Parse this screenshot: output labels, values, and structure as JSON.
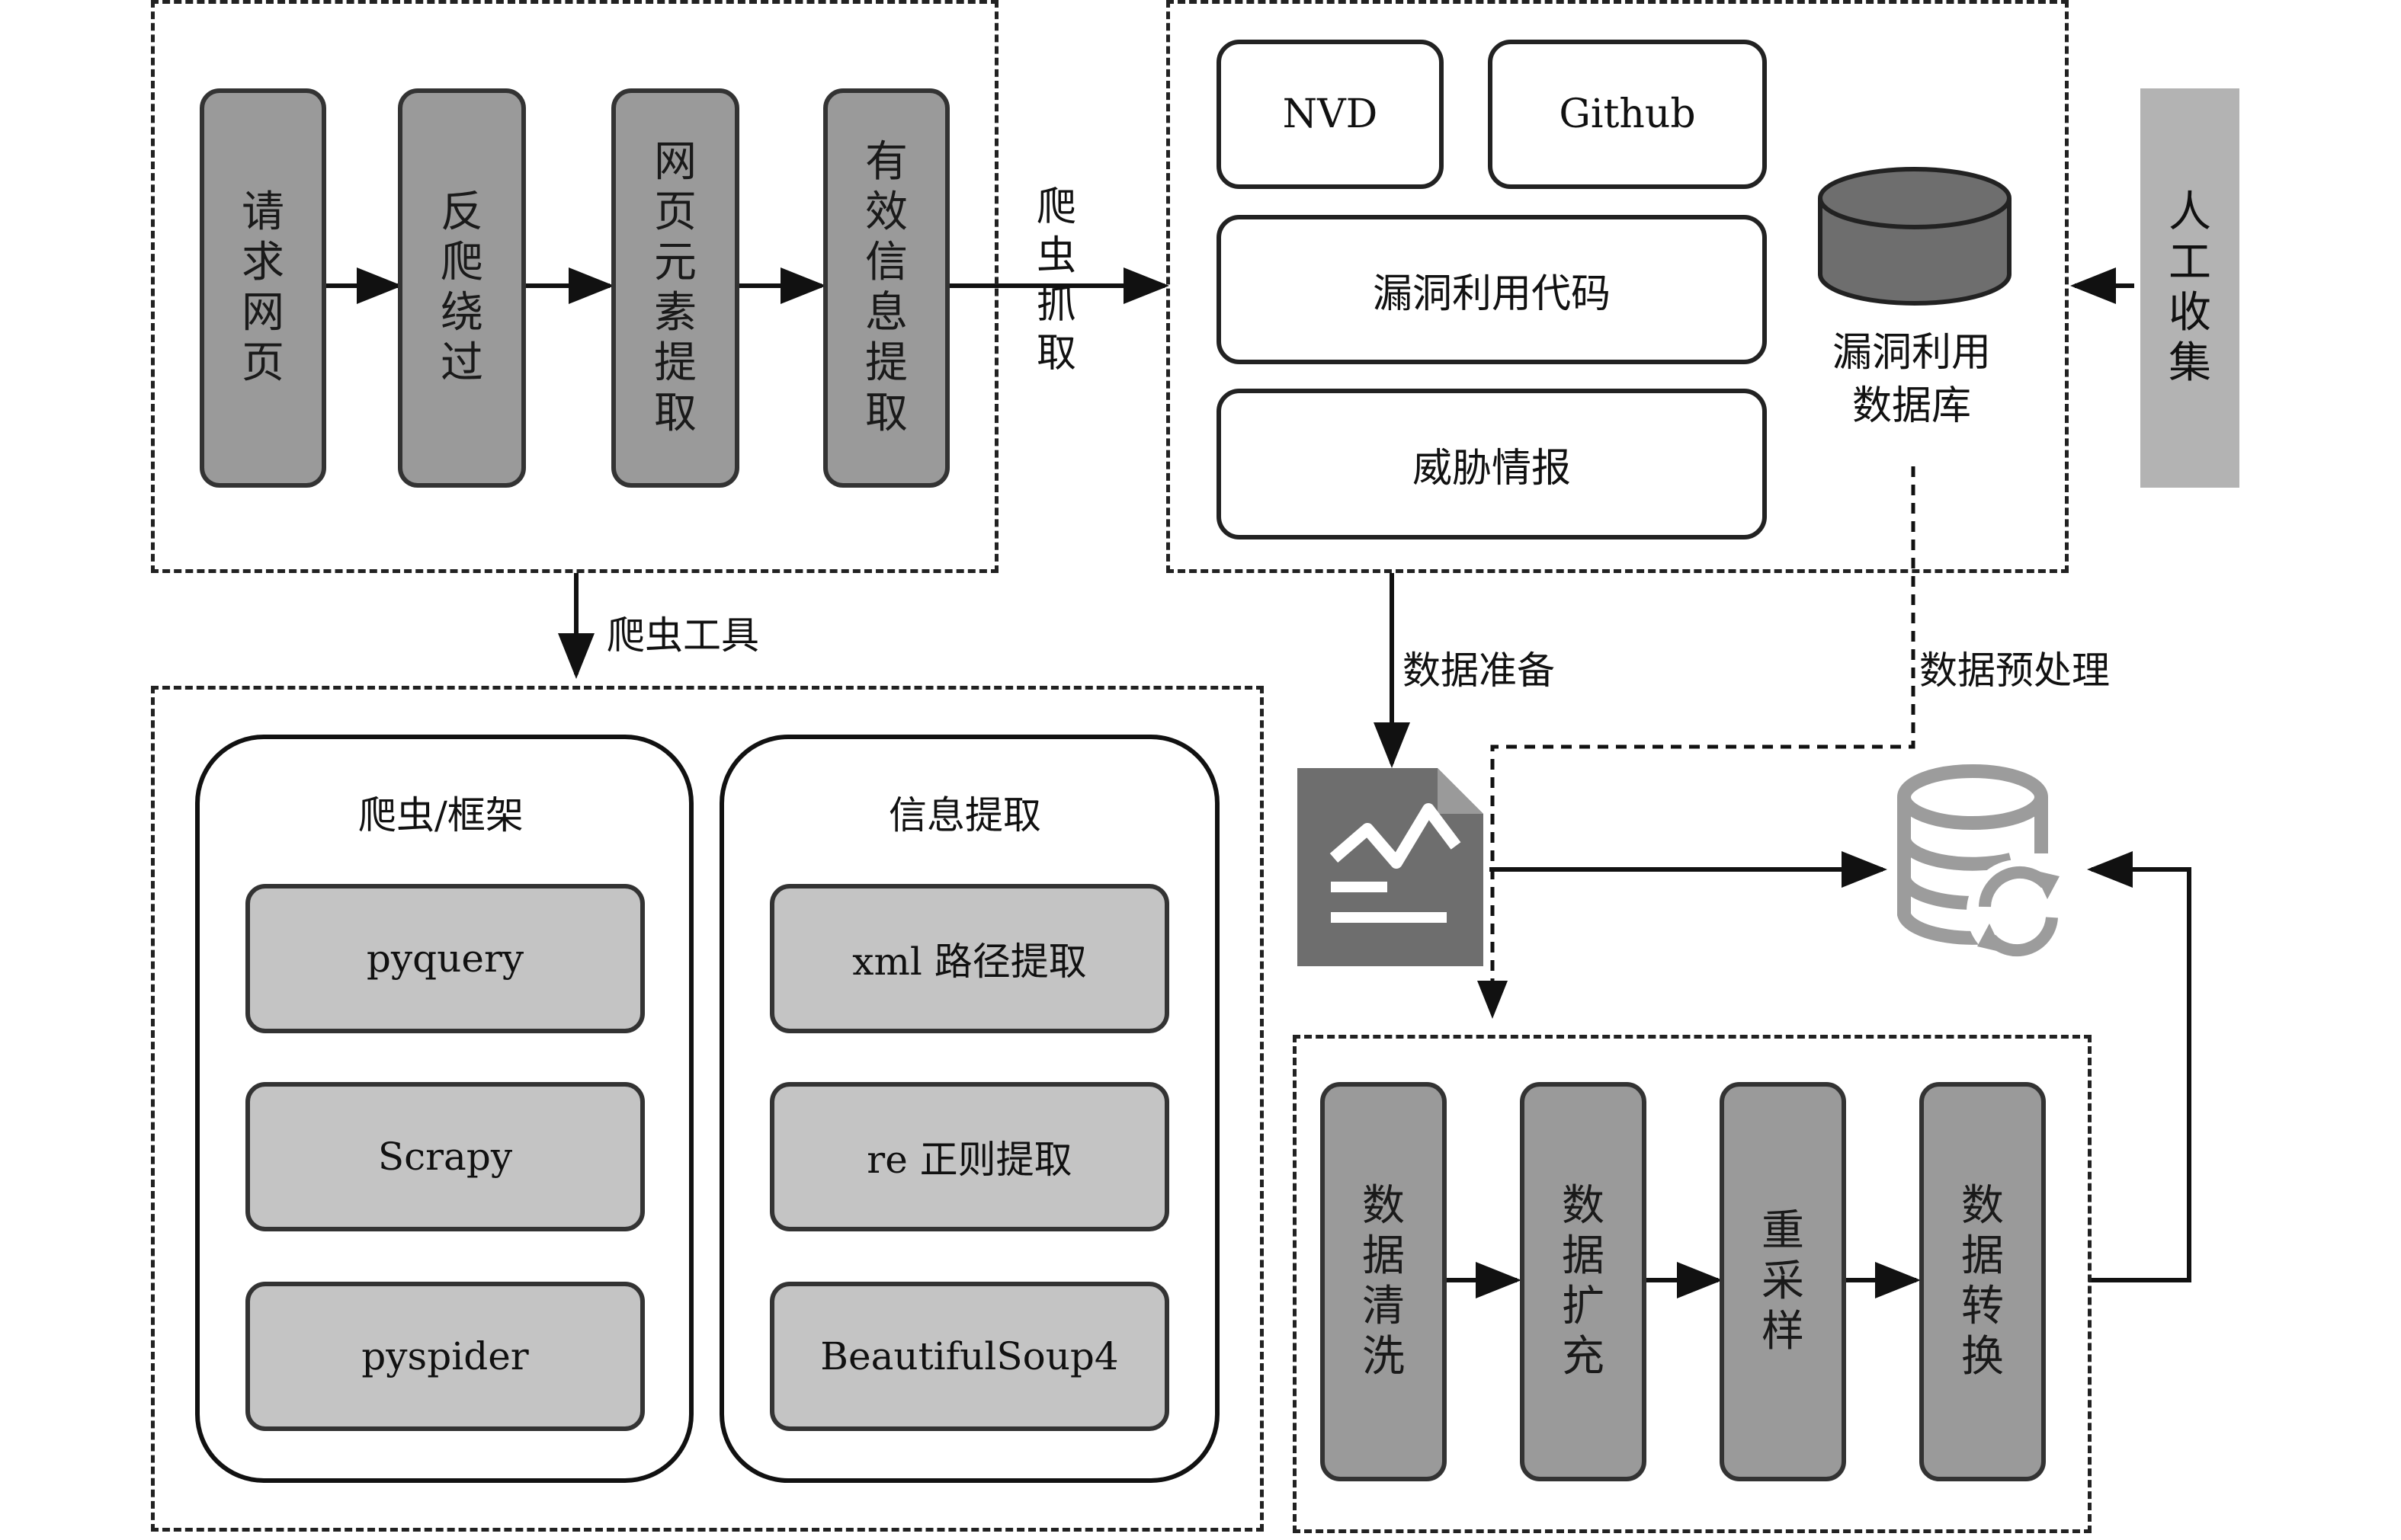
{
  "crawler_steps": [
    "请求网页",
    "反爬绕过",
    "网页元素提取",
    "有效信息提取"
  ],
  "crawl_arrow_label": "爬虫抓取",
  "sources": {
    "nvd": "NVD",
    "github": "Github",
    "exploit_code": "漏洞利用代码",
    "threat_intel": "威胁情报"
  },
  "database_label_line1": "漏洞利用",
  "database_label_line2": "数据库",
  "manual_collection": "人工收集",
  "tools_arrow_label": "爬虫工具",
  "data_prep_label": "数据准备",
  "preprocess_label": "数据预处理",
  "frameworks": {
    "title": "爬虫/框架",
    "items": [
      "pyquery",
      "Scrapy",
      "pyspider"
    ]
  },
  "extraction": {
    "title": "信息提取",
    "items": [
      "xml 路径提取",
      "re 正则提取",
      "BeautifulSoup4"
    ]
  },
  "processing_steps": [
    "数据清洗",
    "数据扩充",
    "重采样",
    "数据转换"
  ]
}
